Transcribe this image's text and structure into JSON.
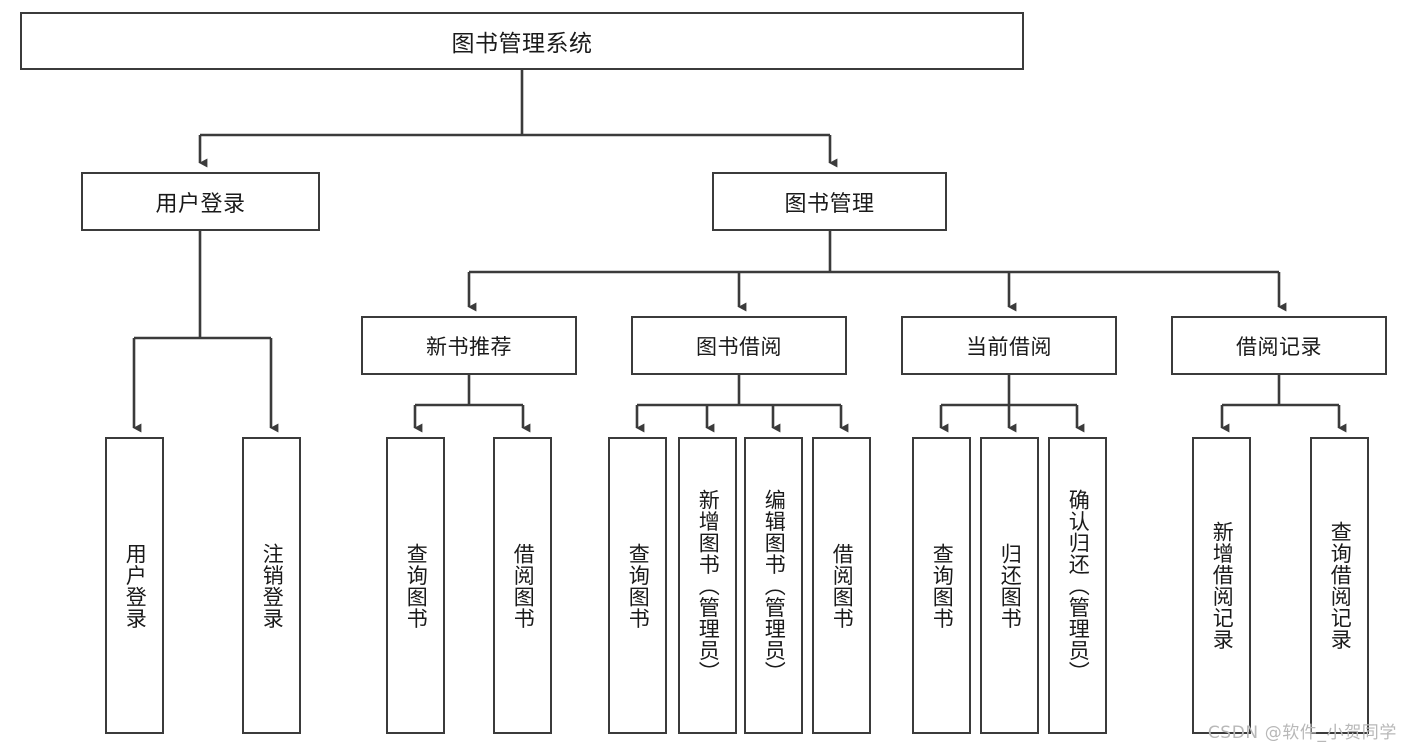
{
  "diagram": {
    "title_node": {
      "label": "图书管理系统"
    },
    "level1": [
      {
        "id": "user-login",
        "label": "用户登录"
      },
      {
        "id": "book-management",
        "label": "图书管理"
      }
    ],
    "level2": [
      {
        "id": "new-book-recommend",
        "label": "新书推荐"
      },
      {
        "id": "book-borrow",
        "label": "图书借阅"
      },
      {
        "id": "current-borrow",
        "label": "当前借阅"
      },
      {
        "id": "borrow-record",
        "label": "借阅记录"
      }
    ],
    "leaves": [
      {
        "id": "leaf-user-login",
        "label": "用户登录"
      },
      {
        "id": "leaf-logout-login",
        "label": "注销登录"
      },
      {
        "id": "leaf-query-book-1",
        "label": "查询图书"
      },
      {
        "id": "leaf-borrow-book-1",
        "label": "借阅图书"
      },
      {
        "id": "leaf-query-book-2",
        "label": "查询图书"
      },
      {
        "id": "leaf-add-book",
        "label": "新增图书（管理员）"
      },
      {
        "id": "leaf-edit-book",
        "label": "编辑图书（管理员）"
      },
      {
        "id": "leaf-borrow-book-2",
        "label": "借阅图书"
      },
      {
        "id": "leaf-query-book-3",
        "label": "查询图书"
      },
      {
        "id": "leaf-return-book",
        "label": "归还图书"
      },
      {
        "id": "leaf-confirm-return",
        "label": "确认归还（管理员）"
      },
      {
        "id": "leaf-add-record",
        "label": "新增借阅记录"
      },
      {
        "id": "leaf-query-record",
        "label": "查询借阅记录"
      }
    ],
    "watermark": "CSDN @软件_小贺同学",
    "colors": {
      "stroke": "#3b3b3b",
      "fill": "#ffffff",
      "text": "#1a1a1a",
      "watermark": "#b8b8b8"
    }
  }
}
